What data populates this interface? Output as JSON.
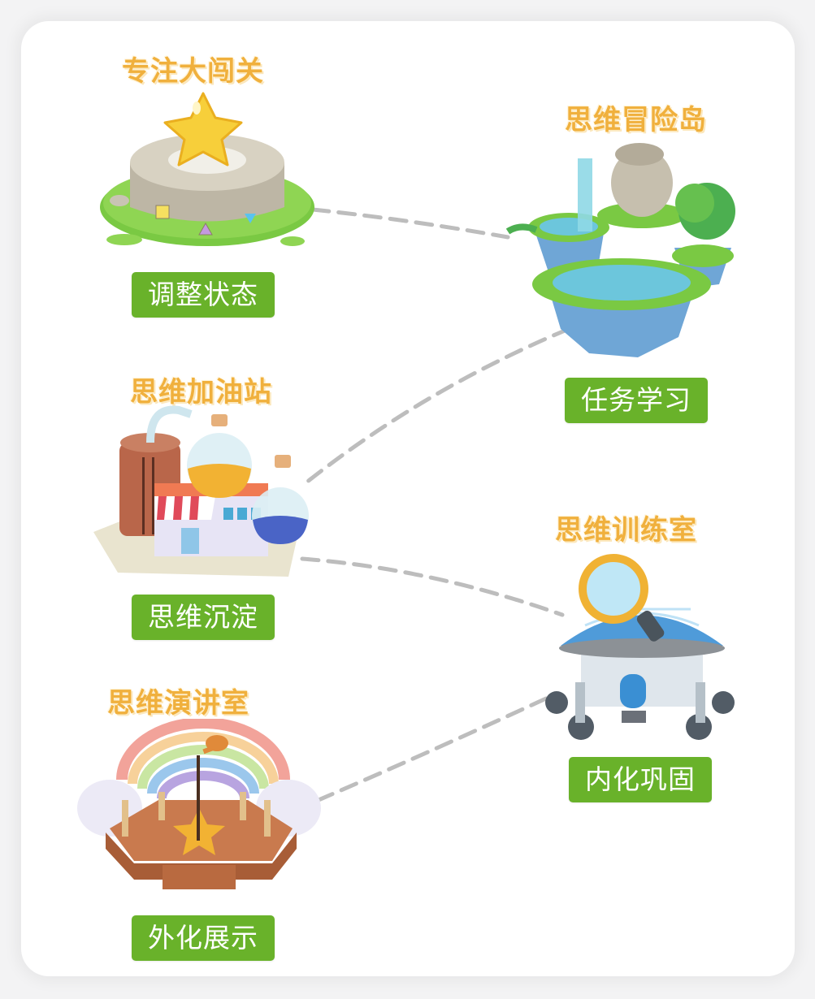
{
  "stations": [
    {
      "id": "focus",
      "title": "专注大闯关",
      "label": "调整状态",
      "icon": "star-pedestal-icon"
    },
    {
      "id": "adventure",
      "title": "思维冒险岛",
      "label": "任务学习",
      "icon": "floating-island-icon"
    },
    {
      "id": "refuel",
      "title": "思维加油站",
      "label": "思维沉淀",
      "icon": "potion-shop-icon"
    },
    {
      "id": "training",
      "title": "思维训练室",
      "label": "内化巩固",
      "icon": "magnifier-dome-icon"
    },
    {
      "id": "speech",
      "title": "思维演讲室",
      "label": "外化展示",
      "icon": "rainbow-stage-icon"
    }
  ],
  "colors": {
    "label_bg": "#69b22a",
    "label_text": "#ffffff",
    "title_text": "#f0b03d",
    "connector": "#bdbdbd",
    "card_bg": "#ffffff",
    "page_bg": "#f3f3f4"
  }
}
